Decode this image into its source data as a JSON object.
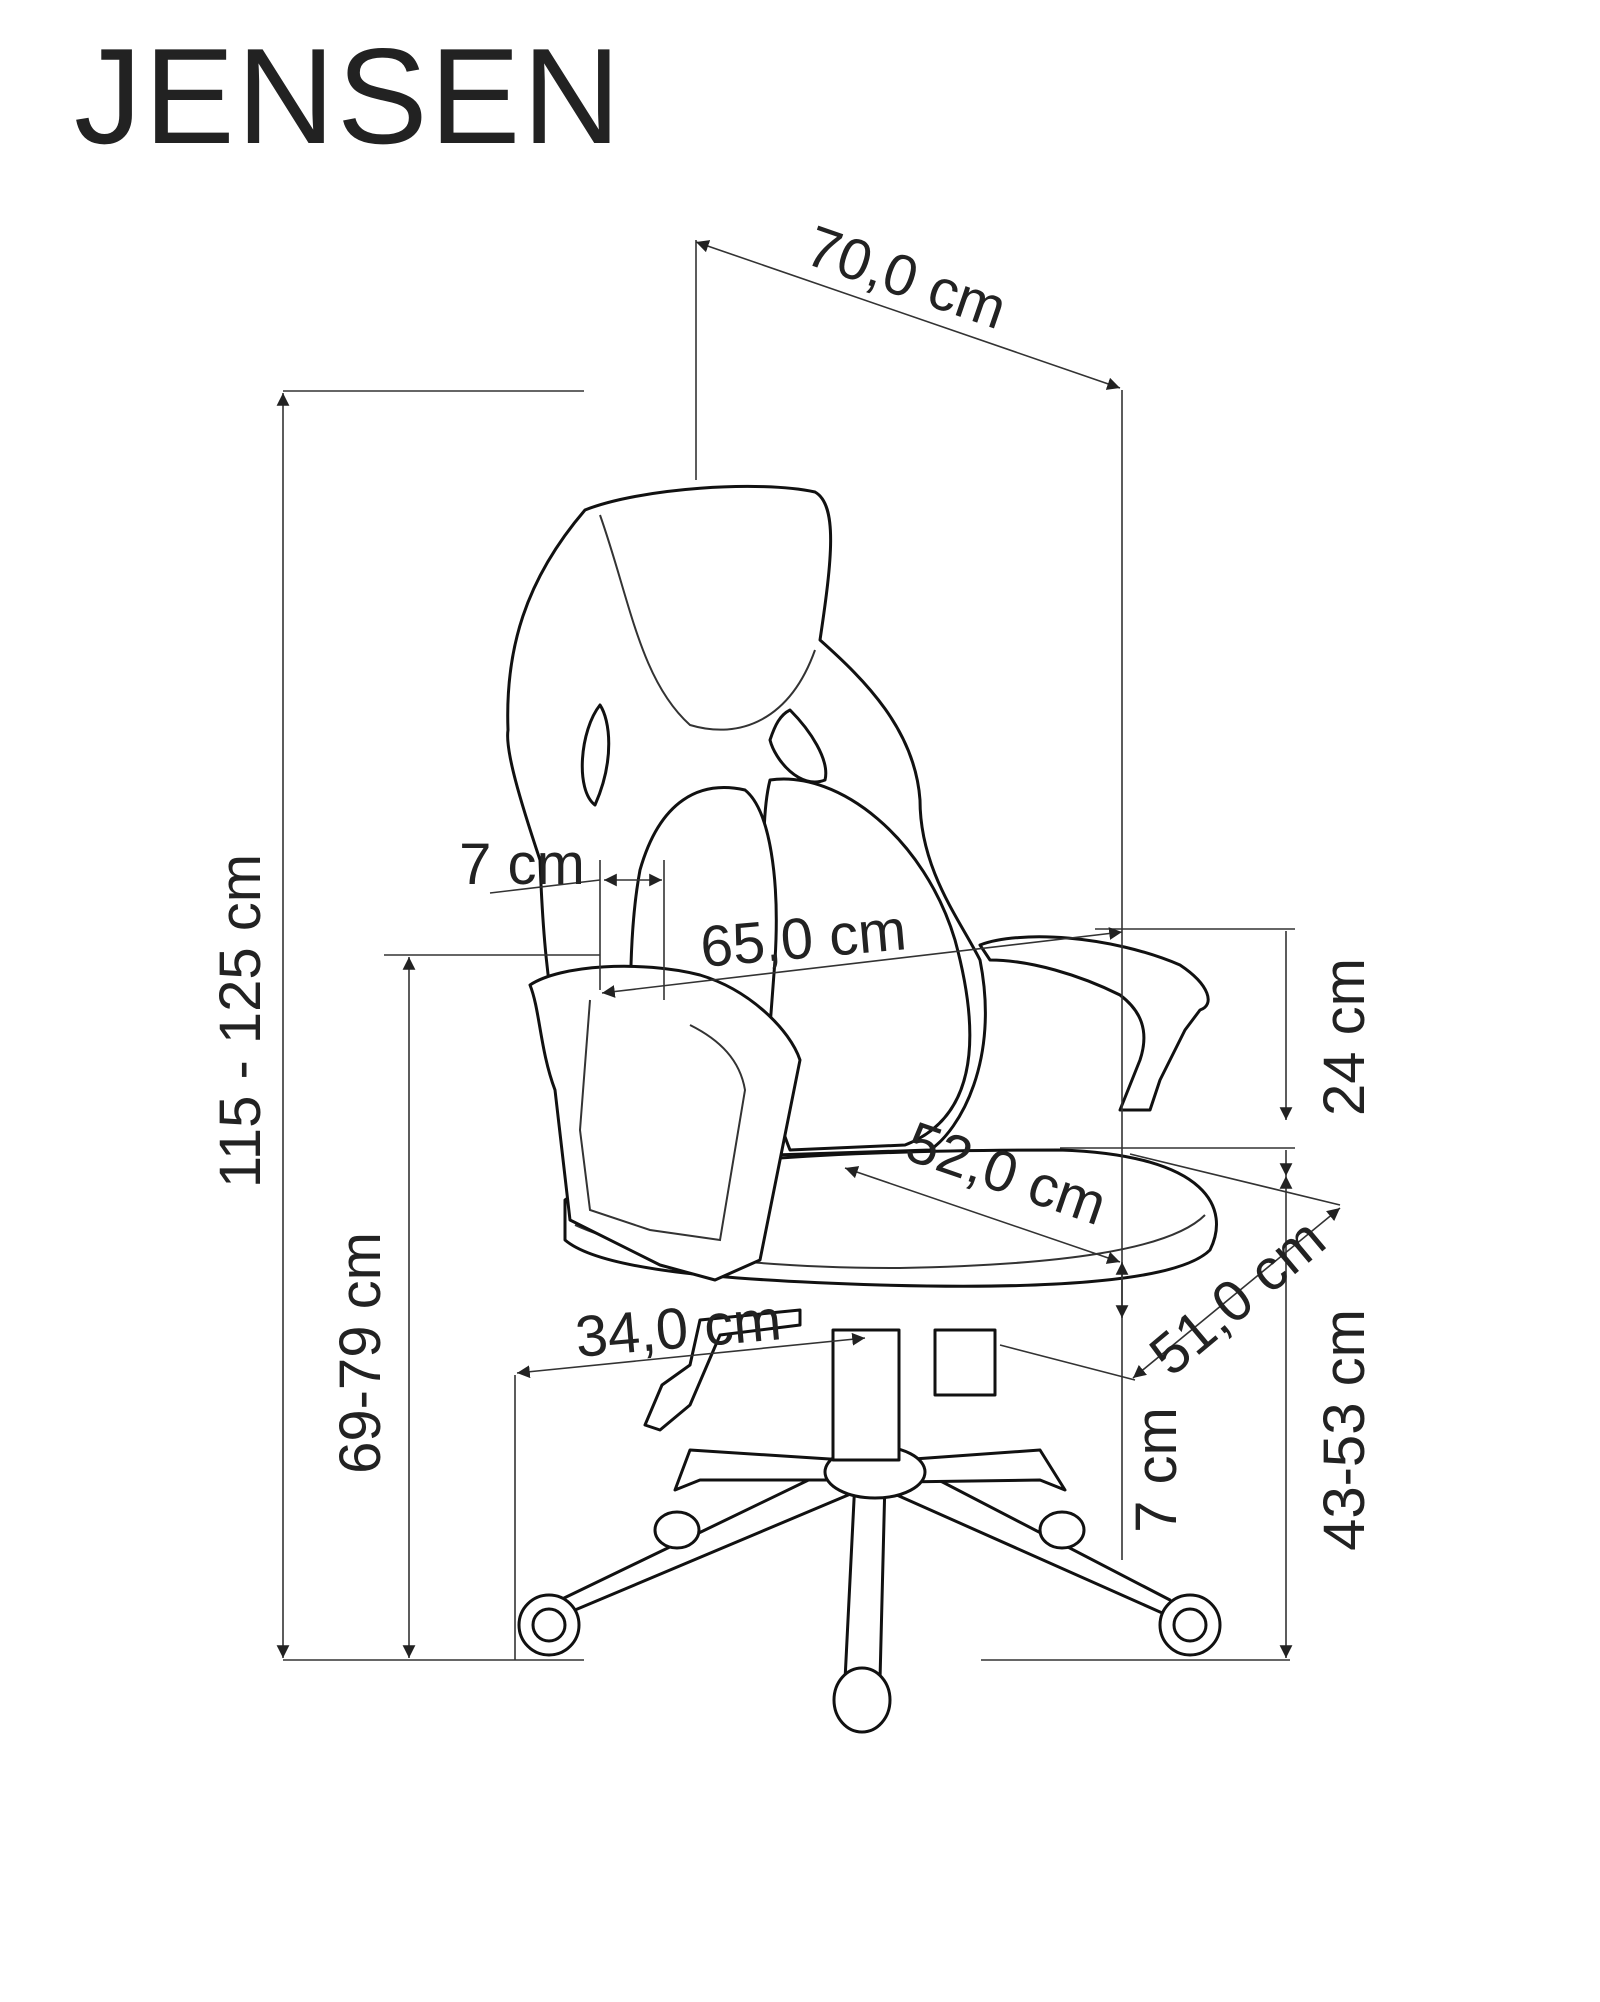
{
  "title": "JENSEN",
  "dimensions": {
    "depth_total": "70,0 cm",
    "height_total": "115 - 125 cm",
    "armrest_height": "69-79 cm",
    "backrest_width": "65,0 cm",
    "armrest_width": "7 cm",
    "armrest_above_seat": "24 cm",
    "seat_width": "52,0 cm",
    "seat_depth": "51,0 cm",
    "seat_height": "43-53 cm",
    "seat_thickness": "7 cm",
    "lever_span": "34,0 cm"
  },
  "colors": {
    "line": "#222222",
    "background": "#ffffff"
  }
}
